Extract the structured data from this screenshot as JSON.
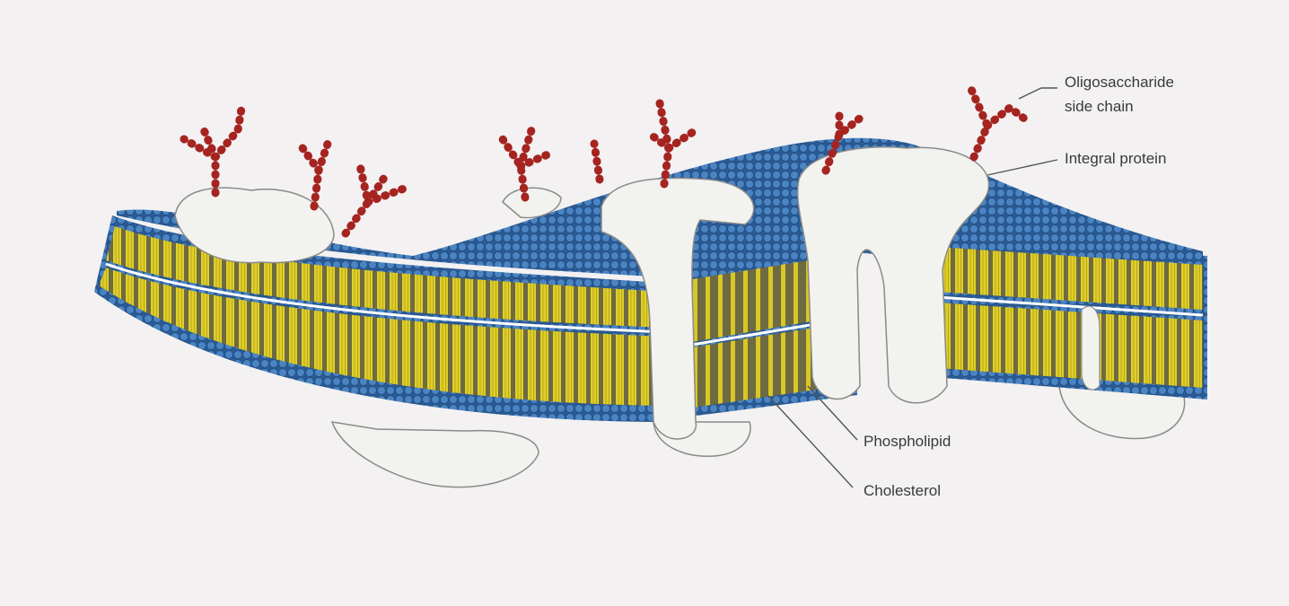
{
  "figure": {
    "labels": {
      "oligosaccharide_line1": "Oligosaccharide",
      "oligosaccharide_line2": "side chain",
      "integral_protein": "Integral protein",
      "phospholipid": "Phospholipid",
      "cholesterol": "Cholesterol"
    },
    "colors": {
      "paper": "#f3f1f2",
      "head_blue": "#3f79b8",
      "head_blue_dark": "#2a5a94",
      "tail_yellow": "#e3d22a",
      "tail_olive": "#6e6a42",
      "protein_white": "#f2f2ef",
      "protein_outline": "#8a8a8a",
      "sugar_red": "#a52420",
      "leader_line": "#555555"
    },
    "icons": {
      "oligosaccharide": "sugar-chain-icon",
      "protein": "protein-blob-icon"
    }
  }
}
